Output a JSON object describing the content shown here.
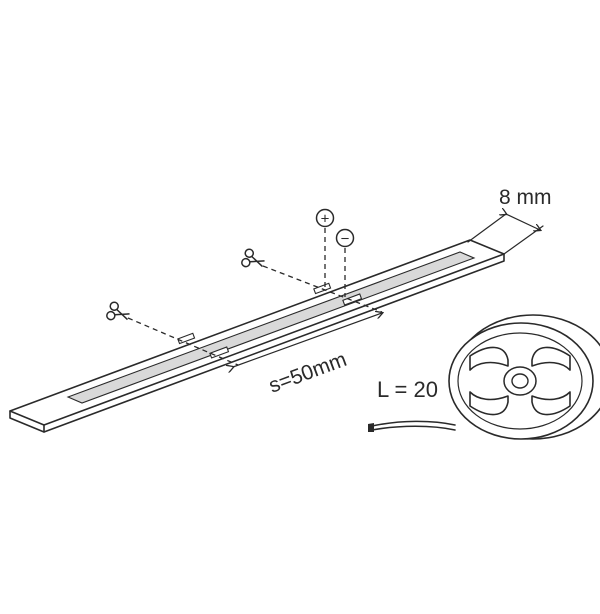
{
  "labels": {
    "width": "8 mm",
    "spacing": "s=50mm",
    "length": "L = 20"
  },
  "symbols": {
    "positive": "+",
    "negative": "−"
  },
  "icons": [
    "scissors-icon",
    "scissors-icon",
    "plus-icon",
    "minus-icon"
  ],
  "colors": {
    "line": "#2a2a2a",
    "led_area": "#d9d9d9",
    "background": "#ffffff"
  }
}
